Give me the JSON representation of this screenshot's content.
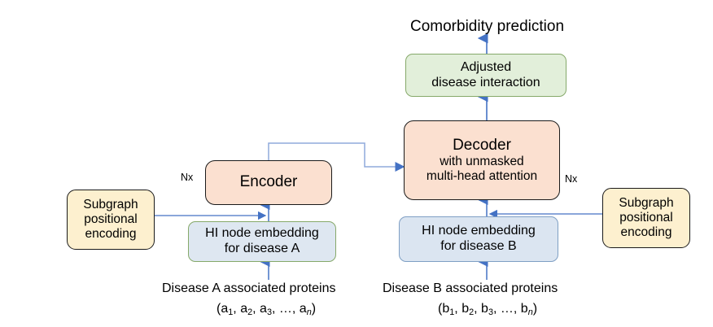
{
  "diagram": {
    "title_text": "Comorbidity prediction",
    "accent_arrow_color": "#4472c4",
    "boxes": {
      "adjusted": {
        "line1": "Adjusted",
        "line2": "disease interaction",
        "fill": "#e2efda",
        "border": "#86a96a"
      },
      "decoder": {
        "line1": "Decoder",
        "line2": "with unmasked",
        "line3": "multi-head attention",
        "fill": "#fbe0d0",
        "border": "#1a1a1a",
        "repeat_label": "Nx"
      },
      "encoder": {
        "line1": "Encoder",
        "fill": "#fbe0d0",
        "border": "#1a1a1a",
        "repeat_label": "Nx"
      },
      "subgraph_left": {
        "line1": "Subgraph",
        "line2": "positional",
        "line3": "encoding",
        "fill": "#fdf0cf",
        "border": "#1a1a1a"
      },
      "subgraph_right": {
        "line1": "Subgraph",
        "line2": "positional",
        "line3": "encoding",
        "fill": "#fdf0cf",
        "border": "#1a1a1a"
      },
      "embedding_a": {
        "line1": "HI node embedding",
        "line2": "for disease A",
        "fill": "#dee7f1",
        "border": "#86a96a"
      },
      "embedding_b": {
        "line1": "HI node embedding",
        "line2": "for disease B",
        "fill": "#dbe5f1",
        "border": "#7f9fc4"
      }
    },
    "captions": {
      "disease_a_line1": "Disease A associated proteins",
      "disease_a_tokens": [
        {
          "base": "(a",
          "sub": "1",
          "tail": ","
        },
        {
          "base": " a",
          "sub": "2",
          "tail": ","
        },
        {
          "base": " a",
          "sub": "3",
          "tail": ", …,"
        },
        {
          "base": " a",
          "sub": "n",
          "tail": ")",
          "sub_italic": true
        }
      ],
      "disease_b_line1": "Disease B associated proteins",
      "disease_b_tokens": [
        {
          "base": "(b",
          "sub": "1",
          "tail": ","
        },
        {
          "base": " b",
          "sub": "2",
          "tail": ","
        },
        {
          "base": " b",
          "sub": "3",
          "tail": ", …,"
        },
        {
          "base": " b",
          "sub": "n",
          "tail": ")",
          "sub_italic": true
        }
      ]
    }
  }
}
